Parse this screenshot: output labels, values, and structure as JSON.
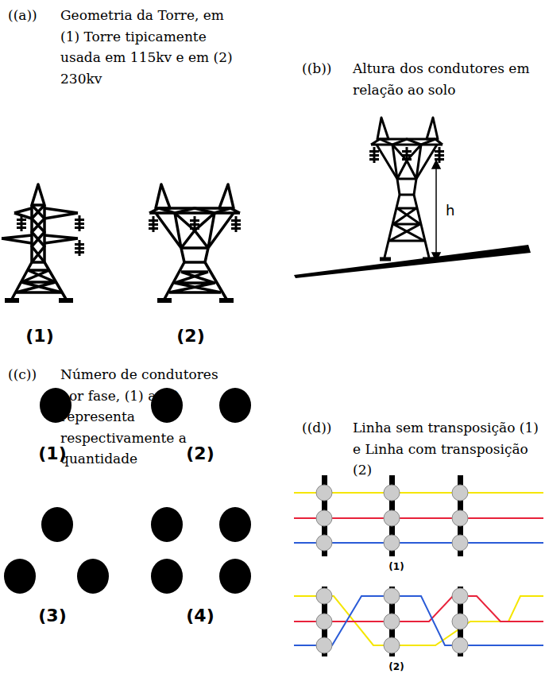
{
  "diagram": {
    "labels": [
      "((a))",
      "Geometria da Torre, em (1) Torre tipicamente usada em 115kv e em (2) 230kv",
      "((b))",
      "Altura dos condutores em relação ao solo",
      "((c))",
      "Número de condutores por fase, (1) a (4) representa respectivamente a quantidade",
      "((d))",
      "Linha sem transposição (1) e Linha com transposição (2)",
      "(1)",
      "(2)",
      "h",
      "(1)",
      "(2)",
      "(3)",
      "(4)",
      "(1)",
      "(2)"
    ]
  }
}
